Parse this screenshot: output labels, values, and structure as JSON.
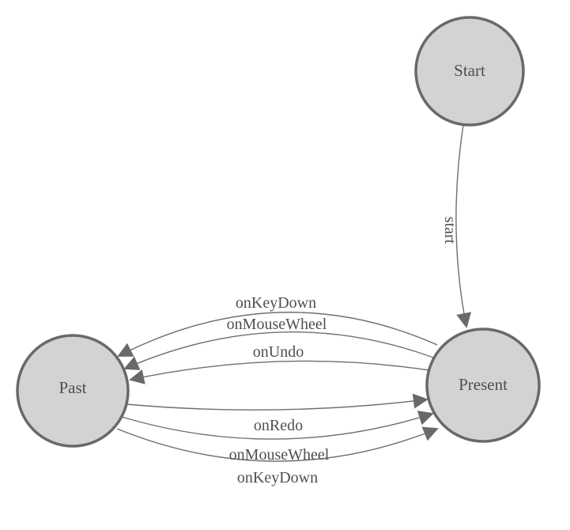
{
  "diagram": {
    "type": "state-machine-diagram",
    "background": "#ffffff",
    "colors": {
      "node_fill": "#d3d3d3",
      "node_stroke": "#696969",
      "edge_stroke": "#6f6f6f",
      "arrow_fill": "#696969",
      "label_color": "#4f4f4f"
    },
    "nodes": [
      {
        "id": "start",
        "label": "Start"
      },
      {
        "id": "present",
        "label": "Present"
      },
      {
        "id": "past",
        "label": "Past"
      }
    ],
    "edges": [
      {
        "from": "start",
        "to": "present",
        "label": "start"
      },
      {
        "from": "present",
        "to": "past",
        "label": "onKeyDown"
      },
      {
        "from": "present",
        "to": "past",
        "label": "onMouseWheel"
      },
      {
        "from": "present",
        "to": "past",
        "label": "onUndo"
      },
      {
        "from": "past",
        "to": "present",
        "label": "onRedo"
      },
      {
        "from": "past",
        "to": "present",
        "label": "onMouseWheel"
      },
      {
        "from": "past",
        "to": "present",
        "label": "onKeyDown"
      }
    ]
  }
}
